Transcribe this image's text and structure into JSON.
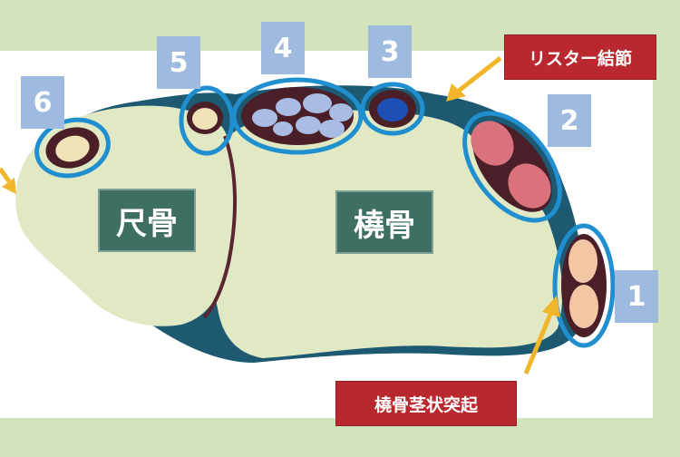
{
  "bones": {
    "ulna": "尺骨",
    "radius": "橈骨"
  },
  "compartments": [
    "1",
    "2",
    "3",
    "4",
    "5",
    "6"
  ],
  "callouts": {
    "lister": "リスター結節",
    "styloid": "橈骨茎状突起"
  },
  "colors": {
    "background": "#d3e3bb",
    "bone": "#e0e8c4",
    "ring": "#1f8fd0",
    "label_box": "#3f6e64",
    "number_box": "#9fbadf",
    "callout_box": "#b9282e",
    "arrow": "#f2b62a"
  }
}
